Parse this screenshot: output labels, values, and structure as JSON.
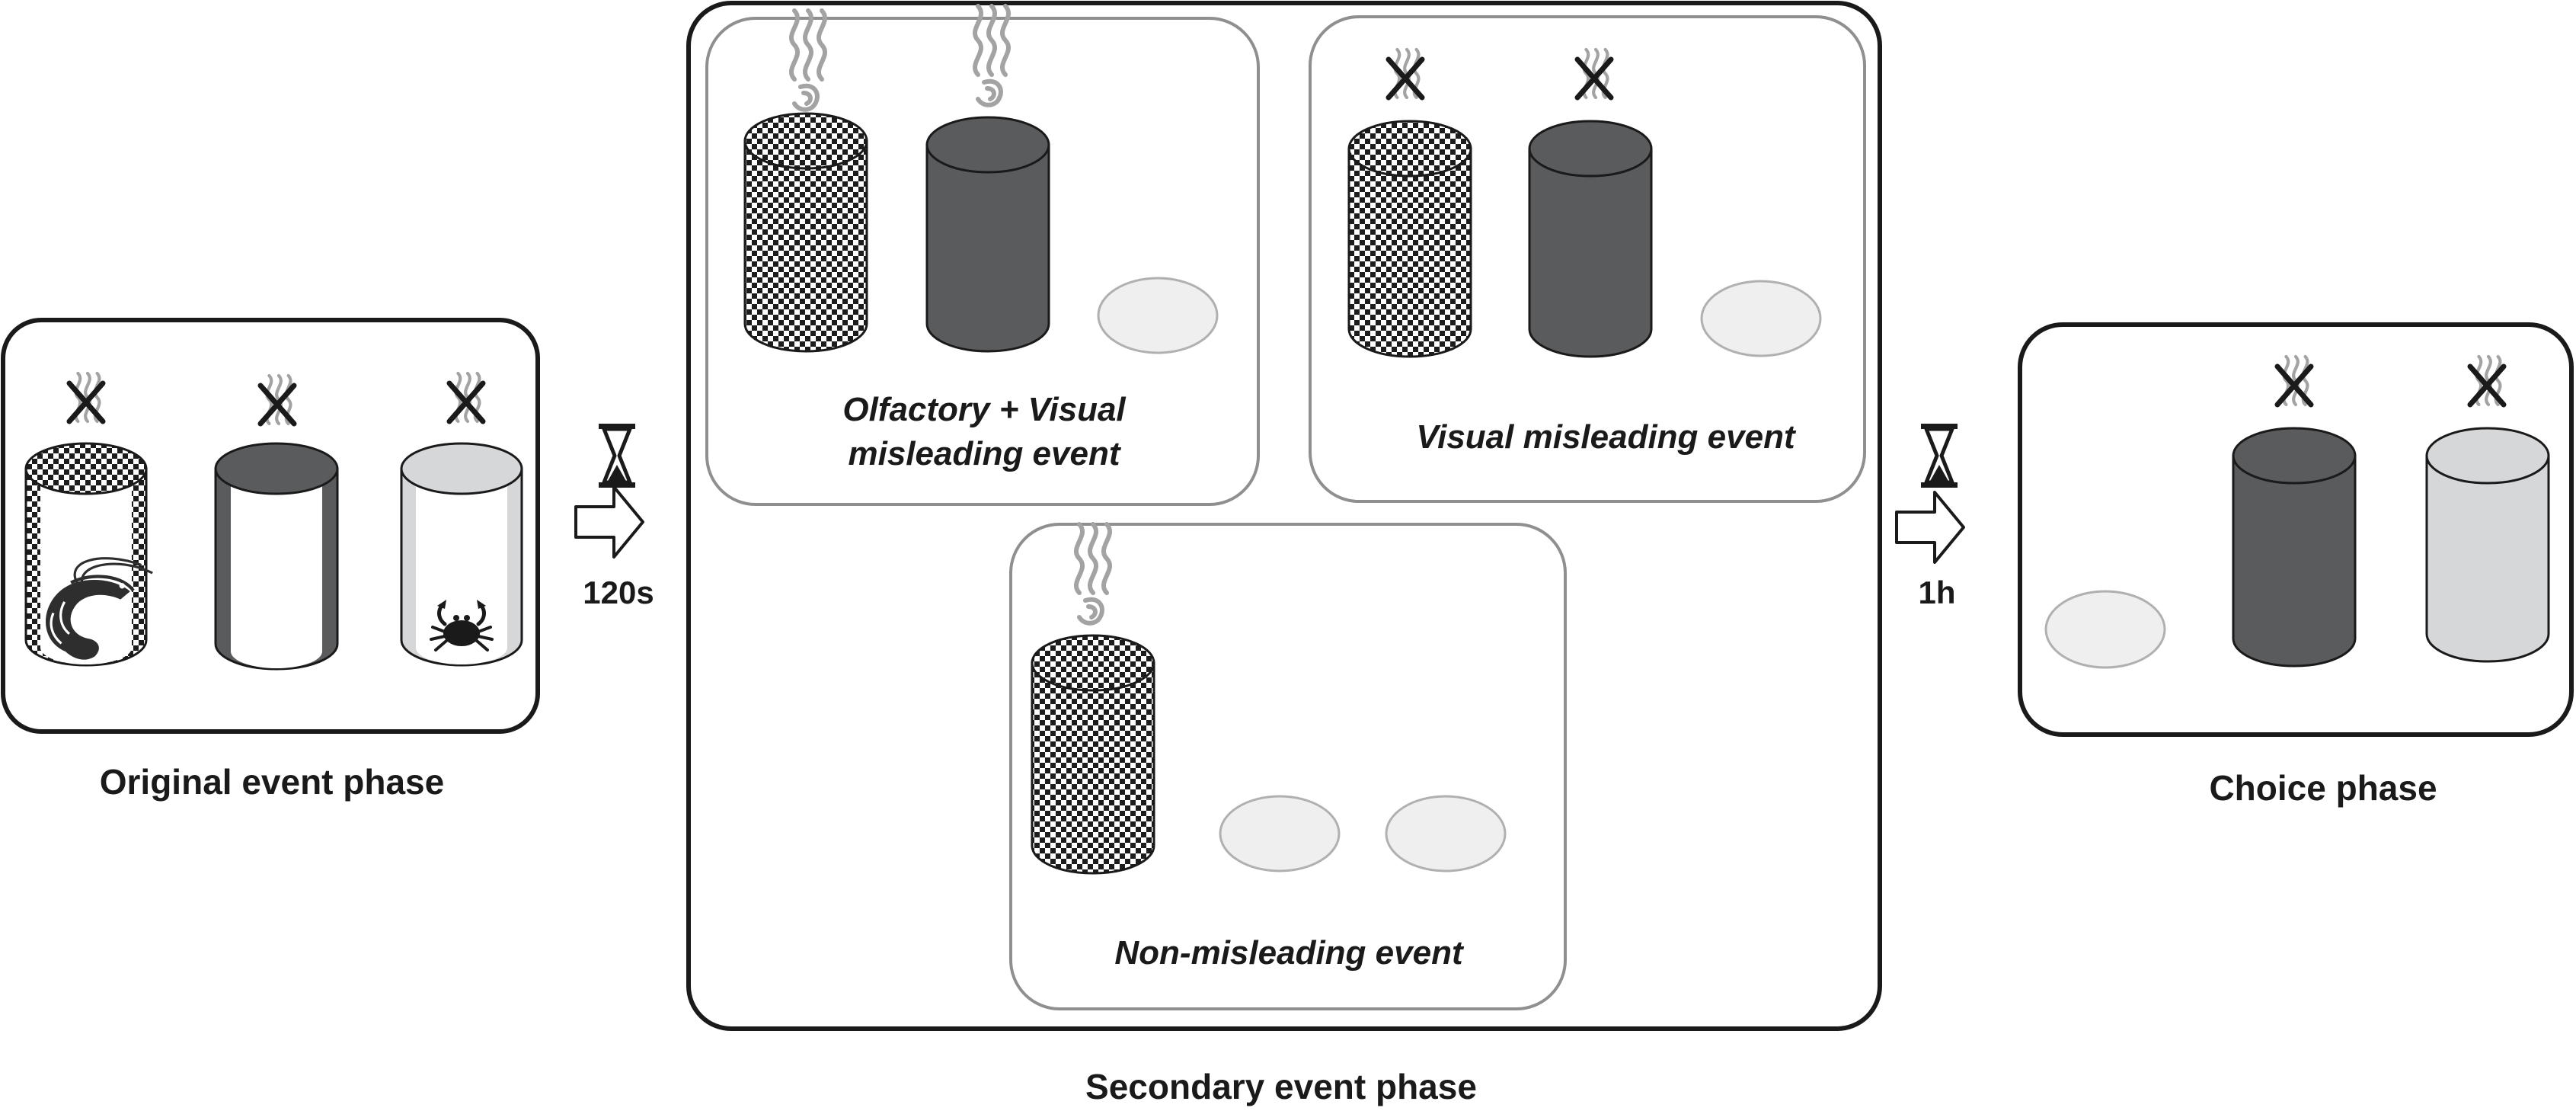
{
  "phases": {
    "original": "Original event phase",
    "secondary": "Secondary event phase",
    "choice": "Choice phase"
  },
  "events": {
    "olfactory_visual_line1": "Olfactory + Visual",
    "olfactory_visual_line2": "misleading event",
    "visual": "Visual misleading event",
    "non_misleading": "Non-misleading event"
  },
  "delays": {
    "first": "120s",
    "second": "1h"
  },
  "icons": [
    "hourglass-icon",
    "arrow-icon",
    "smell-icon",
    "no-smell-icon",
    "shrimp-icon",
    "crab-icon"
  ],
  "colors": {
    "dark_cylinder": "#5a5b5d",
    "light_cylinder": "#d6d7d9",
    "plate": "#efefef",
    "smell": "#9a9a9a"
  }
}
